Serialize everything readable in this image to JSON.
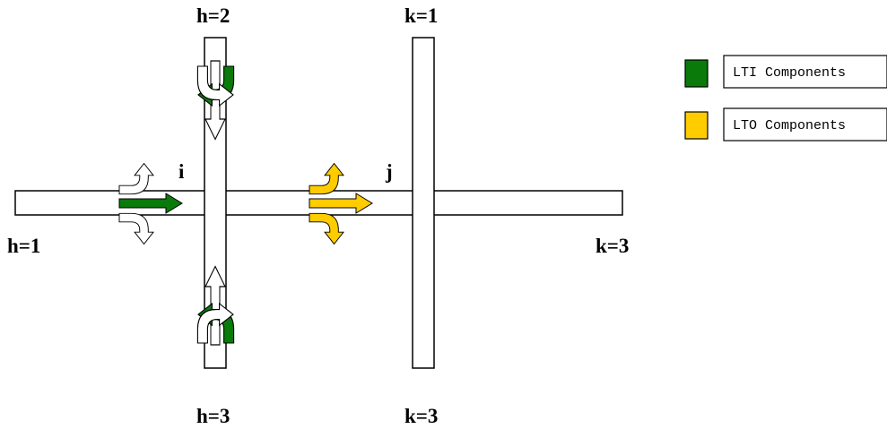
{
  "labels": {
    "h_top": "h=2",
    "k_top": "k=1",
    "h_left": "h=1",
    "k_right": "k=3",
    "h_bottom": "h=3",
    "k_bottom": "k=3",
    "node_i": "i",
    "node_j": "j"
  },
  "legend": [
    {
      "label": "LTI Components",
      "color": "#0a7a0a"
    },
    {
      "label": "LTO Components",
      "color": "#ffcc00"
    }
  ],
  "colors": {
    "lti": "#0a7a0a",
    "lto": "#ffcc00",
    "outline": "#000000",
    "empty": "#ffffff"
  }
}
